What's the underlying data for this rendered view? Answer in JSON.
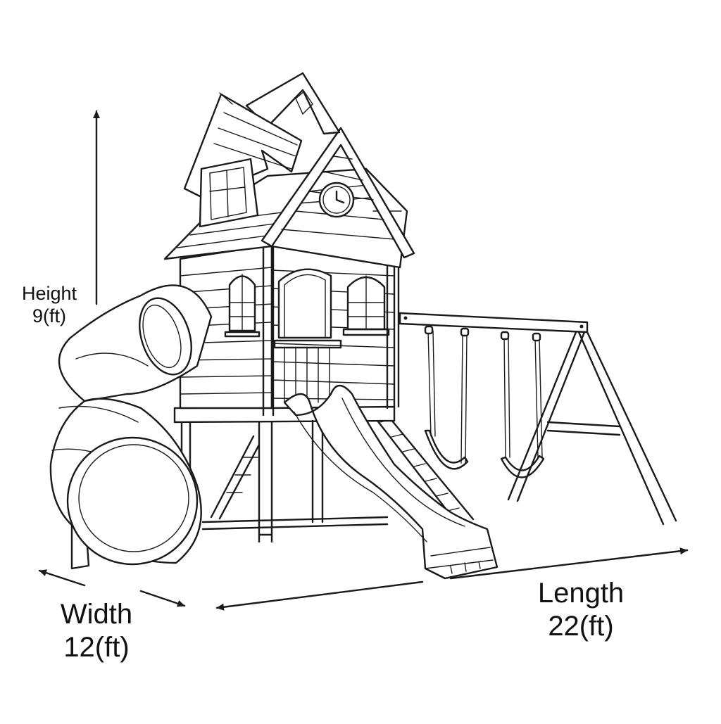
{
  "dimensions": {
    "height": {
      "label": "Height",
      "value": "9(ft)"
    },
    "width": {
      "label": "Width",
      "value": "12(ft)"
    },
    "length": {
      "label": "Length",
      "value": "22(ft)"
    }
  },
  "colors": {
    "line": "#1a1a1a",
    "background": "#ffffff",
    "text": "#111111"
  },
  "illustration": "playset-line-drawing"
}
